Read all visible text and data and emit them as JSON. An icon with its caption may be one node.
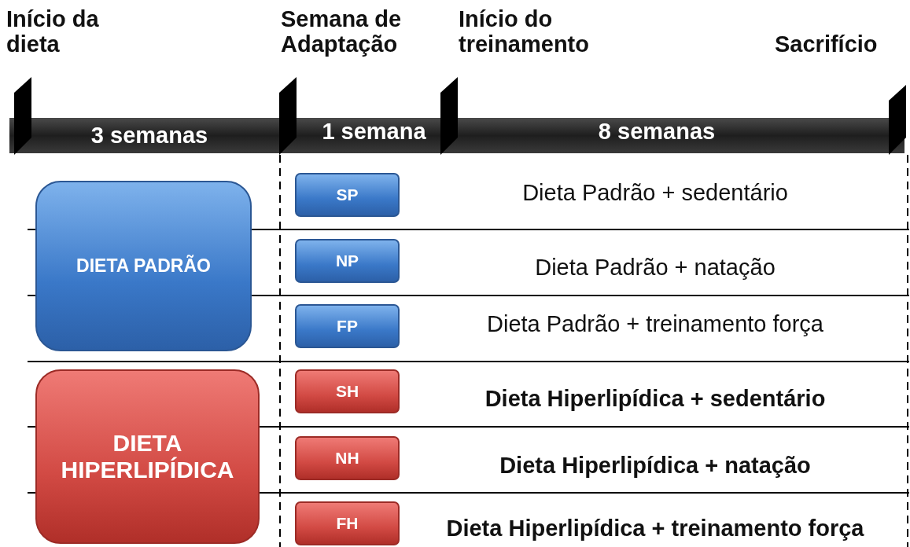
{
  "diagram": {
    "nodes": [
      {
        "text": [
          "DIETA PADRÃO"
        ]
      },
      {
        "text": [
          "SP"
        ]
      },
      {
        "text": [
          "NP"
        ]
      },
      {
        "text": [
          "FP"
        ]
      },
      {
        "text": [
          "DIETA HIPERLIPÍDICA"
        ]
      },
      {
        "text": [
          "SH"
        ]
      },
      {
        "text": [
          "NH"
        ]
      },
      {
        "text": [
          "FH"
        ]
      }
    ],
    "labels": [
      "Início da dieta",
      "Semana de Adaptação",
      "Início do treinamento",
      "Sacrifício",
      "3 semanas",
      "1 semana",
      "8 semanas",
      "Dieta Padrão + sedentário",
      "Dieta Padrão + natação",
      "Dieta Padrão + treinamento força",
      "Dieta Hiperlipídica + sedentário",
      "Dieta Hiperlipídica + natação",
      "Dieta Hiperlipídica + treinamento força"
    ]
  }
}
